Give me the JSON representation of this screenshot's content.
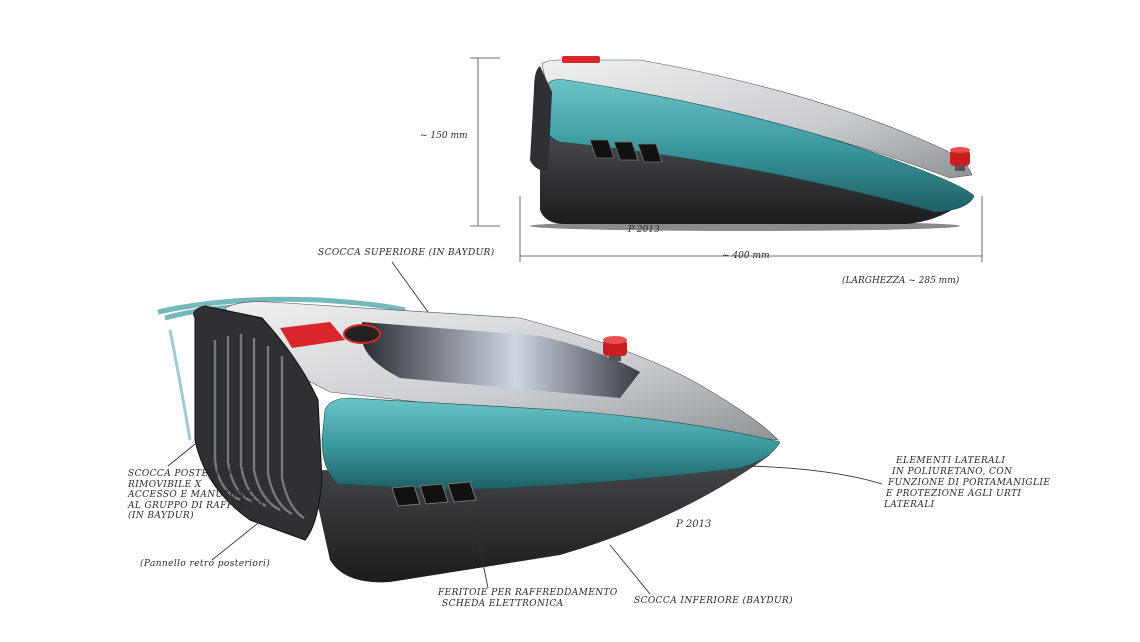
{
  "dimensions": {
    "height": "~ 150 mm",
    "length": "~ 400 mm",
    "width": "(LARGHEZZA ~ 285 mm)"
  },
  "signatures": {
    "side": "P 2013",
    "perspective": "P 2013"
  },
  "annotations": {
    "top_shell": "SCOCCA SUPERIORE (IN BAYDUR)",
    "rear_shell": [
      "SCOCCA POSTERIORE",
      "RIMOVIBILE X",
      "ACCESSO E MANUTENZ.",
      "AL GRUPPO DI RAFFREDD.",
      "(IN BAYDUR)"
    ],
    "rear_panel": "(Pannello retro posteriori)",
    "cooling_slots": [
      "FERITOIE PER RAFFREDDAMENTO",
      "SCHEDA ELETTRONICA"
    ],
    "bottom_shell": "SCOCCA INFERIORE (BAYDUR)",
    "side_elements": [
      "ELEMENTI LATERALI",
      "IN POLIURETANO, CON",
      "FUNZIONE DI PORTAMANIGLIE",
      "E PROTEZIONE AGLI URTI",
      "LATERALI"
    ]
  },
  "colors": {
    "teal": "#3b9aa0",
    "teal_dark": "#1e5f64",
    "body_dark": "#2b2b2d",
    "shell_grey": "#c9ccce",
    "accent_red": "#d8262a",
    "ink": "#2a2a2a"
  }
}
